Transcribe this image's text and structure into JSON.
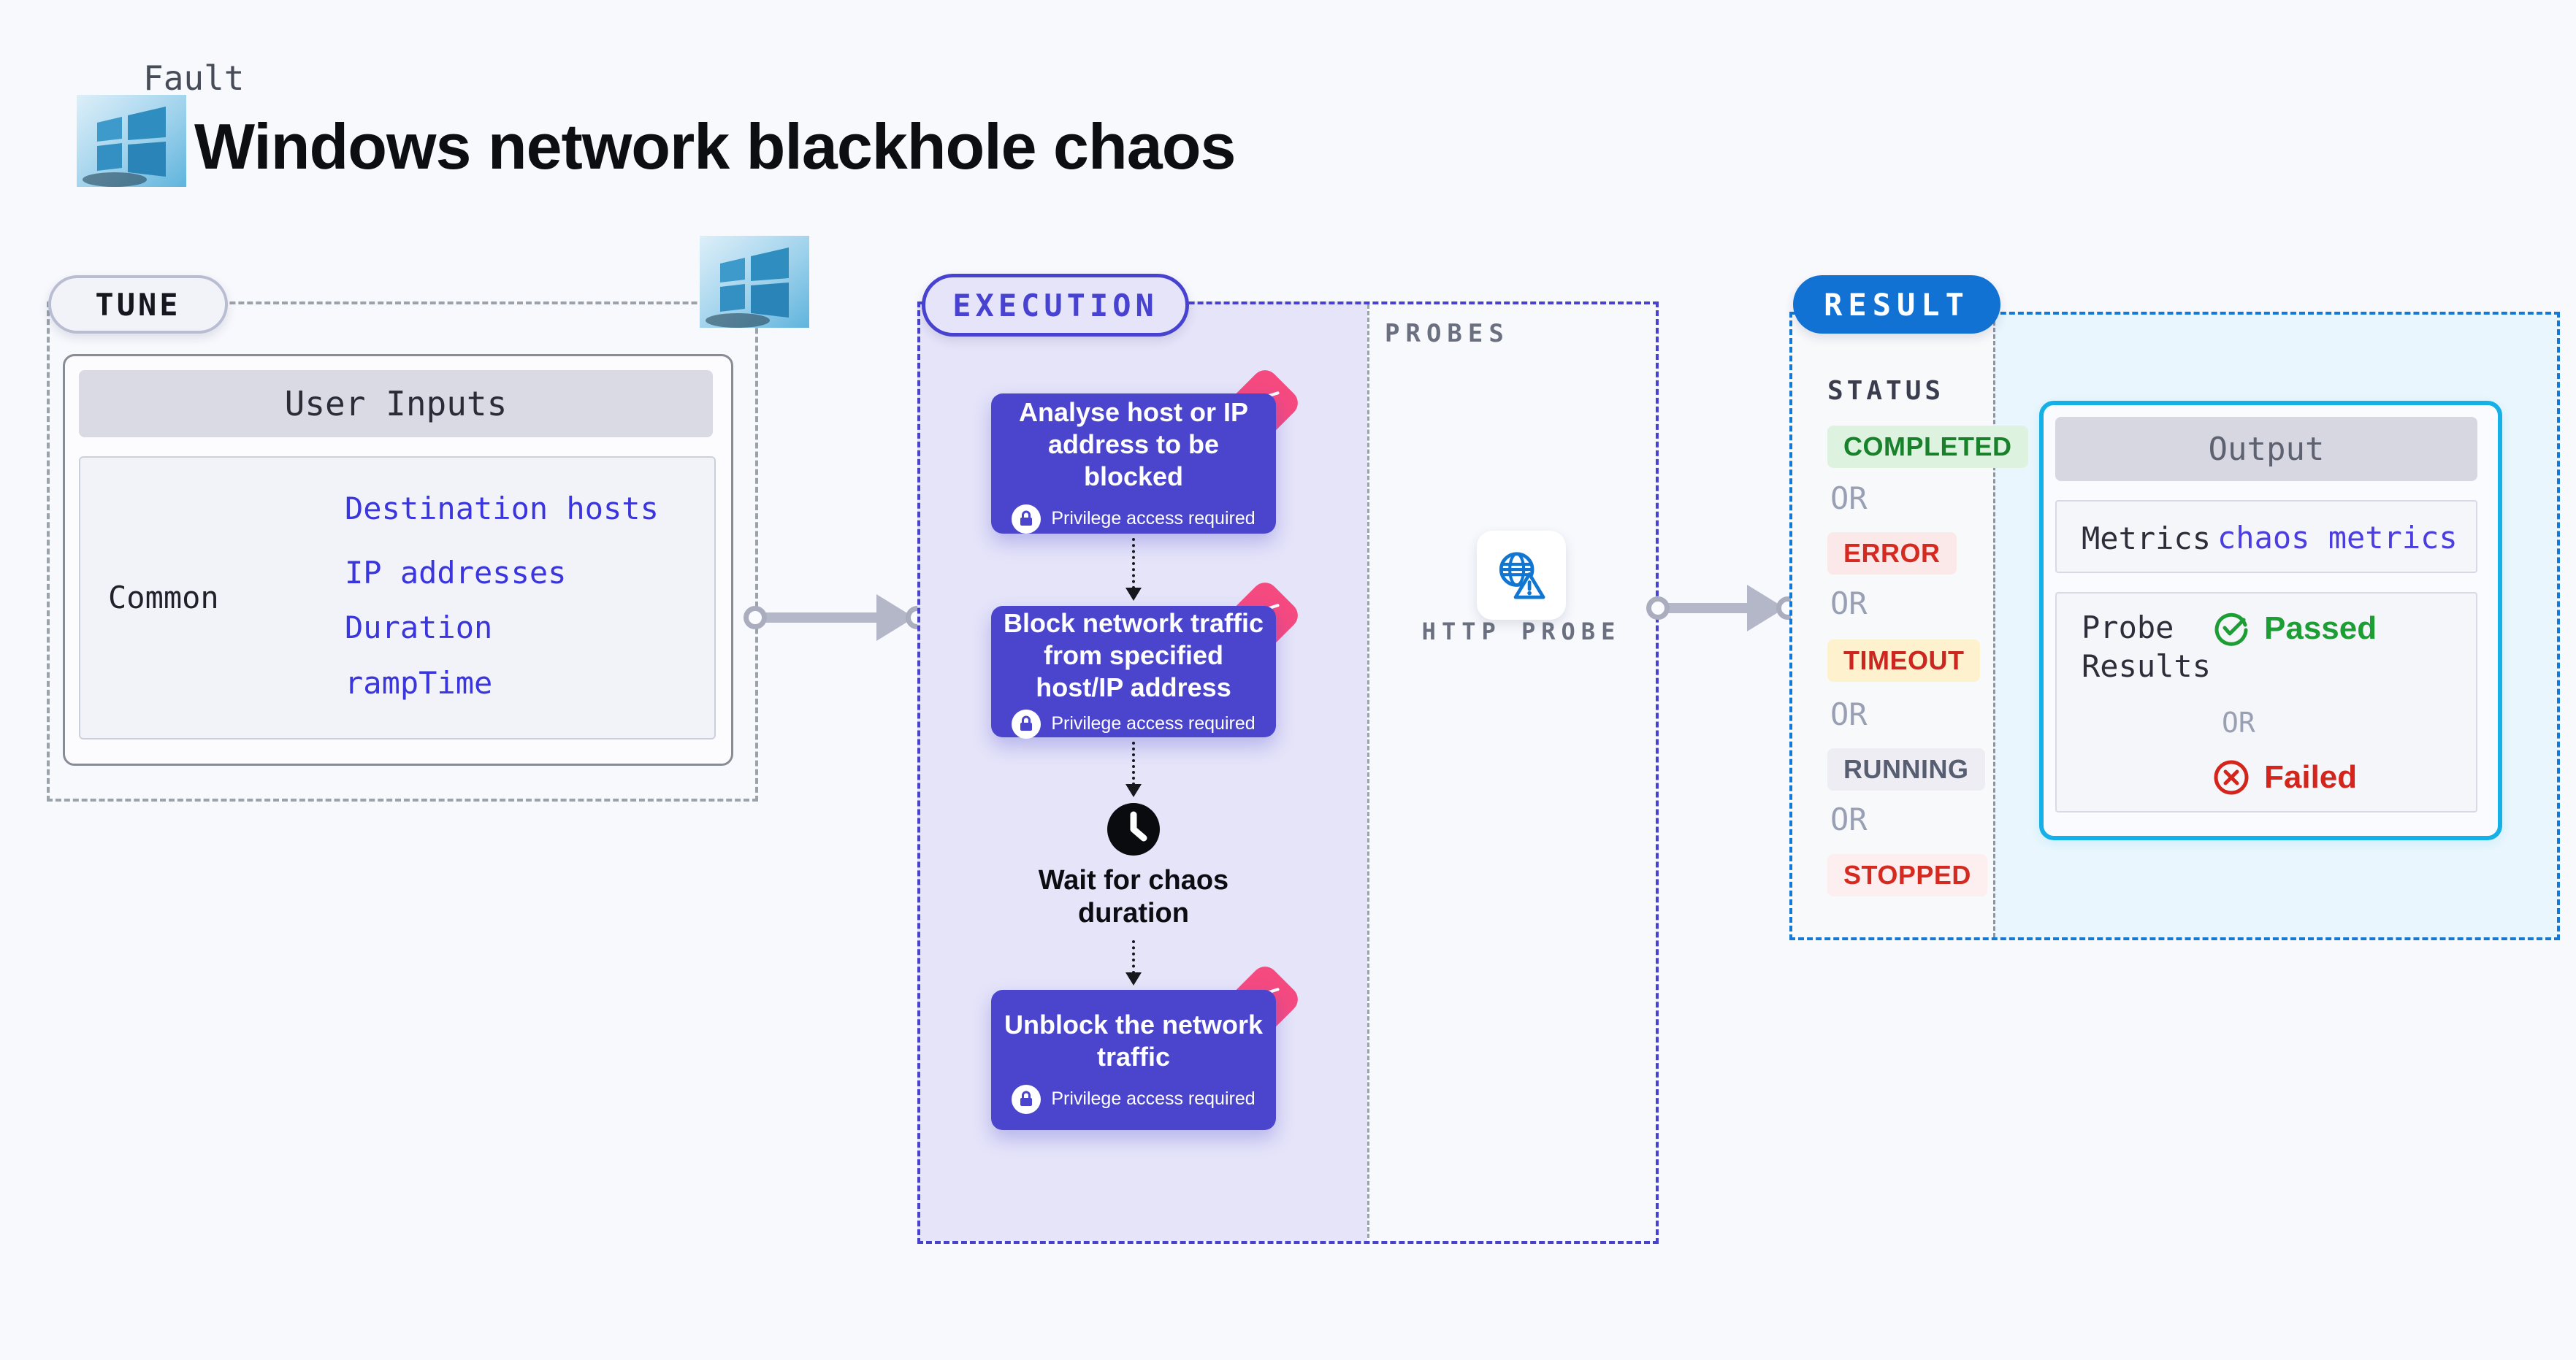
{
  "header": {
    "kicker": "Fault",
    "title": "Windows network blackhole chaos",
    "platform_icon": "windows-logo"
  },
  "tune": {
    "label": "TUNE",
    "platform_icon": "windows-logo",
    "table": {
      "header": "User Inputs",
      "category": "Common",
      "inputs": [
        "Destination hosts",
        "IP addresses",
        "Duration",
        "rampTime"
      ]
    }
  },
  "execution": {
    "label": "EXECUTION",
    "steps": [
      {
        "title": "Analyse host or IP address to be blocked",
        "badge": "Privilege access required"
      },
      {
        "title": "Block network traffic from specified host/IP address",
        "badge": "Privilege access required"
      },
      {
        "title": "Wait for chaos duration"
      },
      {
        "title": "Unblock the network traffic",
        "badge": "Privilege access required"
      }
    ]
  },
  "probes": {
    "label": "PROBES",
    "items": [
      {
        "name": "HTTP PROBE",
        "icon": "globe-warning-icon"
      }
    ]
  },
  "result": {
    "label": "RESULT",
    "status_heading": "STATUS",
    "or": "OR",
    "statuses": [
      {
        "label": "COMPLETED",
        "style": "success"
      },
      {
        "label": "ERROR",
        "style": "error"
      },
      {
        "label": "TIMEOUT",
        "style": "timeout"
      },
      {
        "label": "RUNNING",
        "style": "running"
      },
      {
        "label": "STOPPED",
        "style": "stopped"
      }
    ],
    "output": {
      "header": "Output",
      "metrics_label": "Metrics",
      "metrics_value": "chaos metrics",
      "probe_results_label": "Probe Results",
      "passed": "Passed",
      "or": "OR",
      "failed": "Failed"
    }
  },
  "colors": {
    "page_bg": "#f8f9fd",
    "step_purple": "#4a45cc",
    "corner_pink": "#f54a80",
    "execution_border": "#4742d0",
    "execution_fill": "#e5e4f9",
    "result_blue": "#1272d4",
    "output_cyan": "#14b0e6",
    "passed_green": "#1c9e35",
    "failed_red": "#d4251c",
    "link_blue": "#3a35dd"
  }
}
